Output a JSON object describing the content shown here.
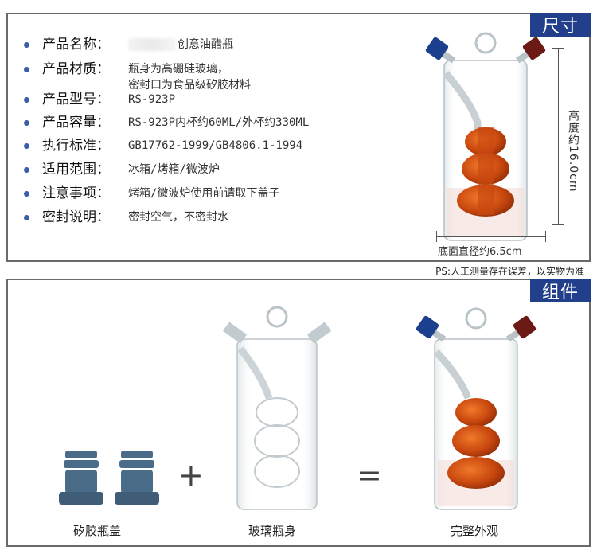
{
  "sections": {
    "size_tag": "尺寸",
    "parts_tag": "组件"
  },
  "specs": [
    {
      "label": "产品名称：",
      "value": "创意油醋瓶",
      "masked_prefix": true
    },
    {
      "label": "产品材质：",
      "value": "瓶身为高硼硅玻璃，\n密封口为食品级矽胶材料"
    },
    {
      "label": "产品型号：",
      "value": "RS-923P"
    },
    {
      "label": "产品容量：",
      "value": "RS-923P内杯约60ML/外杯约330ML"
    },
    {
      "label": "执行标准：",
      "value": "GB17762-1999/GB4806.1-1994"
    },
    {
      "label": "适用范围：",
      "value": "冰箱/烤箱/微波炉"
    },
    {
      "label": "注意事项：",
      "value": "烤箱/微波炉使用前请取下盖子"
    },
    {
      "label": "密封说明：",
      "value": "密封空气，不密封水"
    }
  ],
  "dimensions": {
    "height": "高度约16.0cm",
    "base_diameter": "底面直径约6.5cm"
  },
  "ps_note": "PS:人工测量存在误差，以实物为准",
  "parts": {
    "caps": "矽胶瓶盖",
    "plus": "+",
    "body": "玻璃瓶身",
    "equals": "=",
    "complete": "完整外观"
  },
  "colors": {
    "tag_bg": "#213f8a",
    "bullet": "#3d5ea8",
    "oil": "#c9480f",
    "cap_blue": "#1c3f8e",
    "cap_red": "#6b1a16",
    "silicone_cap": "#4a6c88"
  }
}
